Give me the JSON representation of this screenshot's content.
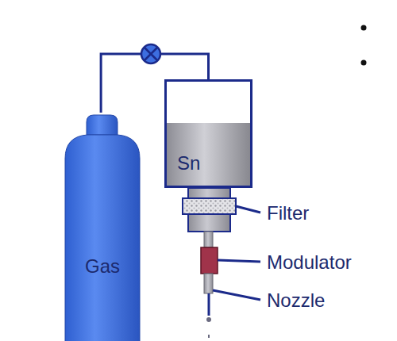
{
  "diagram": {
    "nodes": [
      {
        "text": [
          "Gas"
        ]
      },
      {
        "text": [
          "Sn"
        ]
      }
    ],
    "edges": [
      {
        "from": 0,
        "to": 1,
        "arrow": "none"
      }
    ],
    "labels": [
      "Filter",
      "Modulator",
      "Nozzle"
    ]
  }
}
